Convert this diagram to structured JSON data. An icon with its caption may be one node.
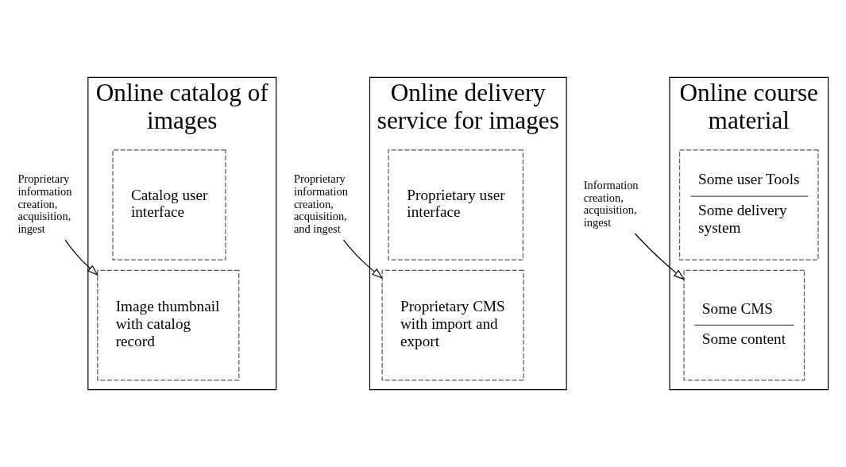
{
  "diagram": {
    "nodes": [
      {
        "text": [
          "Online catalog of images"
        ]
      },
      {
        "text": [
          "Catalog user interface"
        ],
        "in": 0
      },
      {
        "text": [
          "Image thumbnail with catalog record"
        ],
        "in": 0
      },
      {
        "text": [
          "Proprietary information creation, acquisition, ingest"
        ]
      },
      {
        "text": [
          "Online delivery service for images"
        ]
      },
      {
        "text": [
          "Proprietary user interface"
        ],
        "in": 4
      },
      {
        "text": [
          "Proprietary CMS with import and export"
        ],
        "in": 4
      },
      {
        "text": [
          "Proprietary information creation, acquisition, and ingest"
        ]
      },
      {
        "text": [
          "Online course material"
        ]
      },
      {
        "text": [
          "Some user Tools",
          "Some delivery system"
        ],
        "in": 8
      },
      {
        "text": [
          "Some CMS",
          "Some content"
        ],
        "in": 8
      },
      {
        "text": [
          "Information creation, acquisition, ingest"
        ]
      }
    ],
    "edges": [
      {
        "from": 3,
        "to": 2,
        "arrow": "to"
      },
      {
        "from": 7,
        "to": 6,
        "arrow": "to"
      },
      {
        "from": 11,
        "to": 10,
        "arrow": "to"
      }
    ]
  }
}
